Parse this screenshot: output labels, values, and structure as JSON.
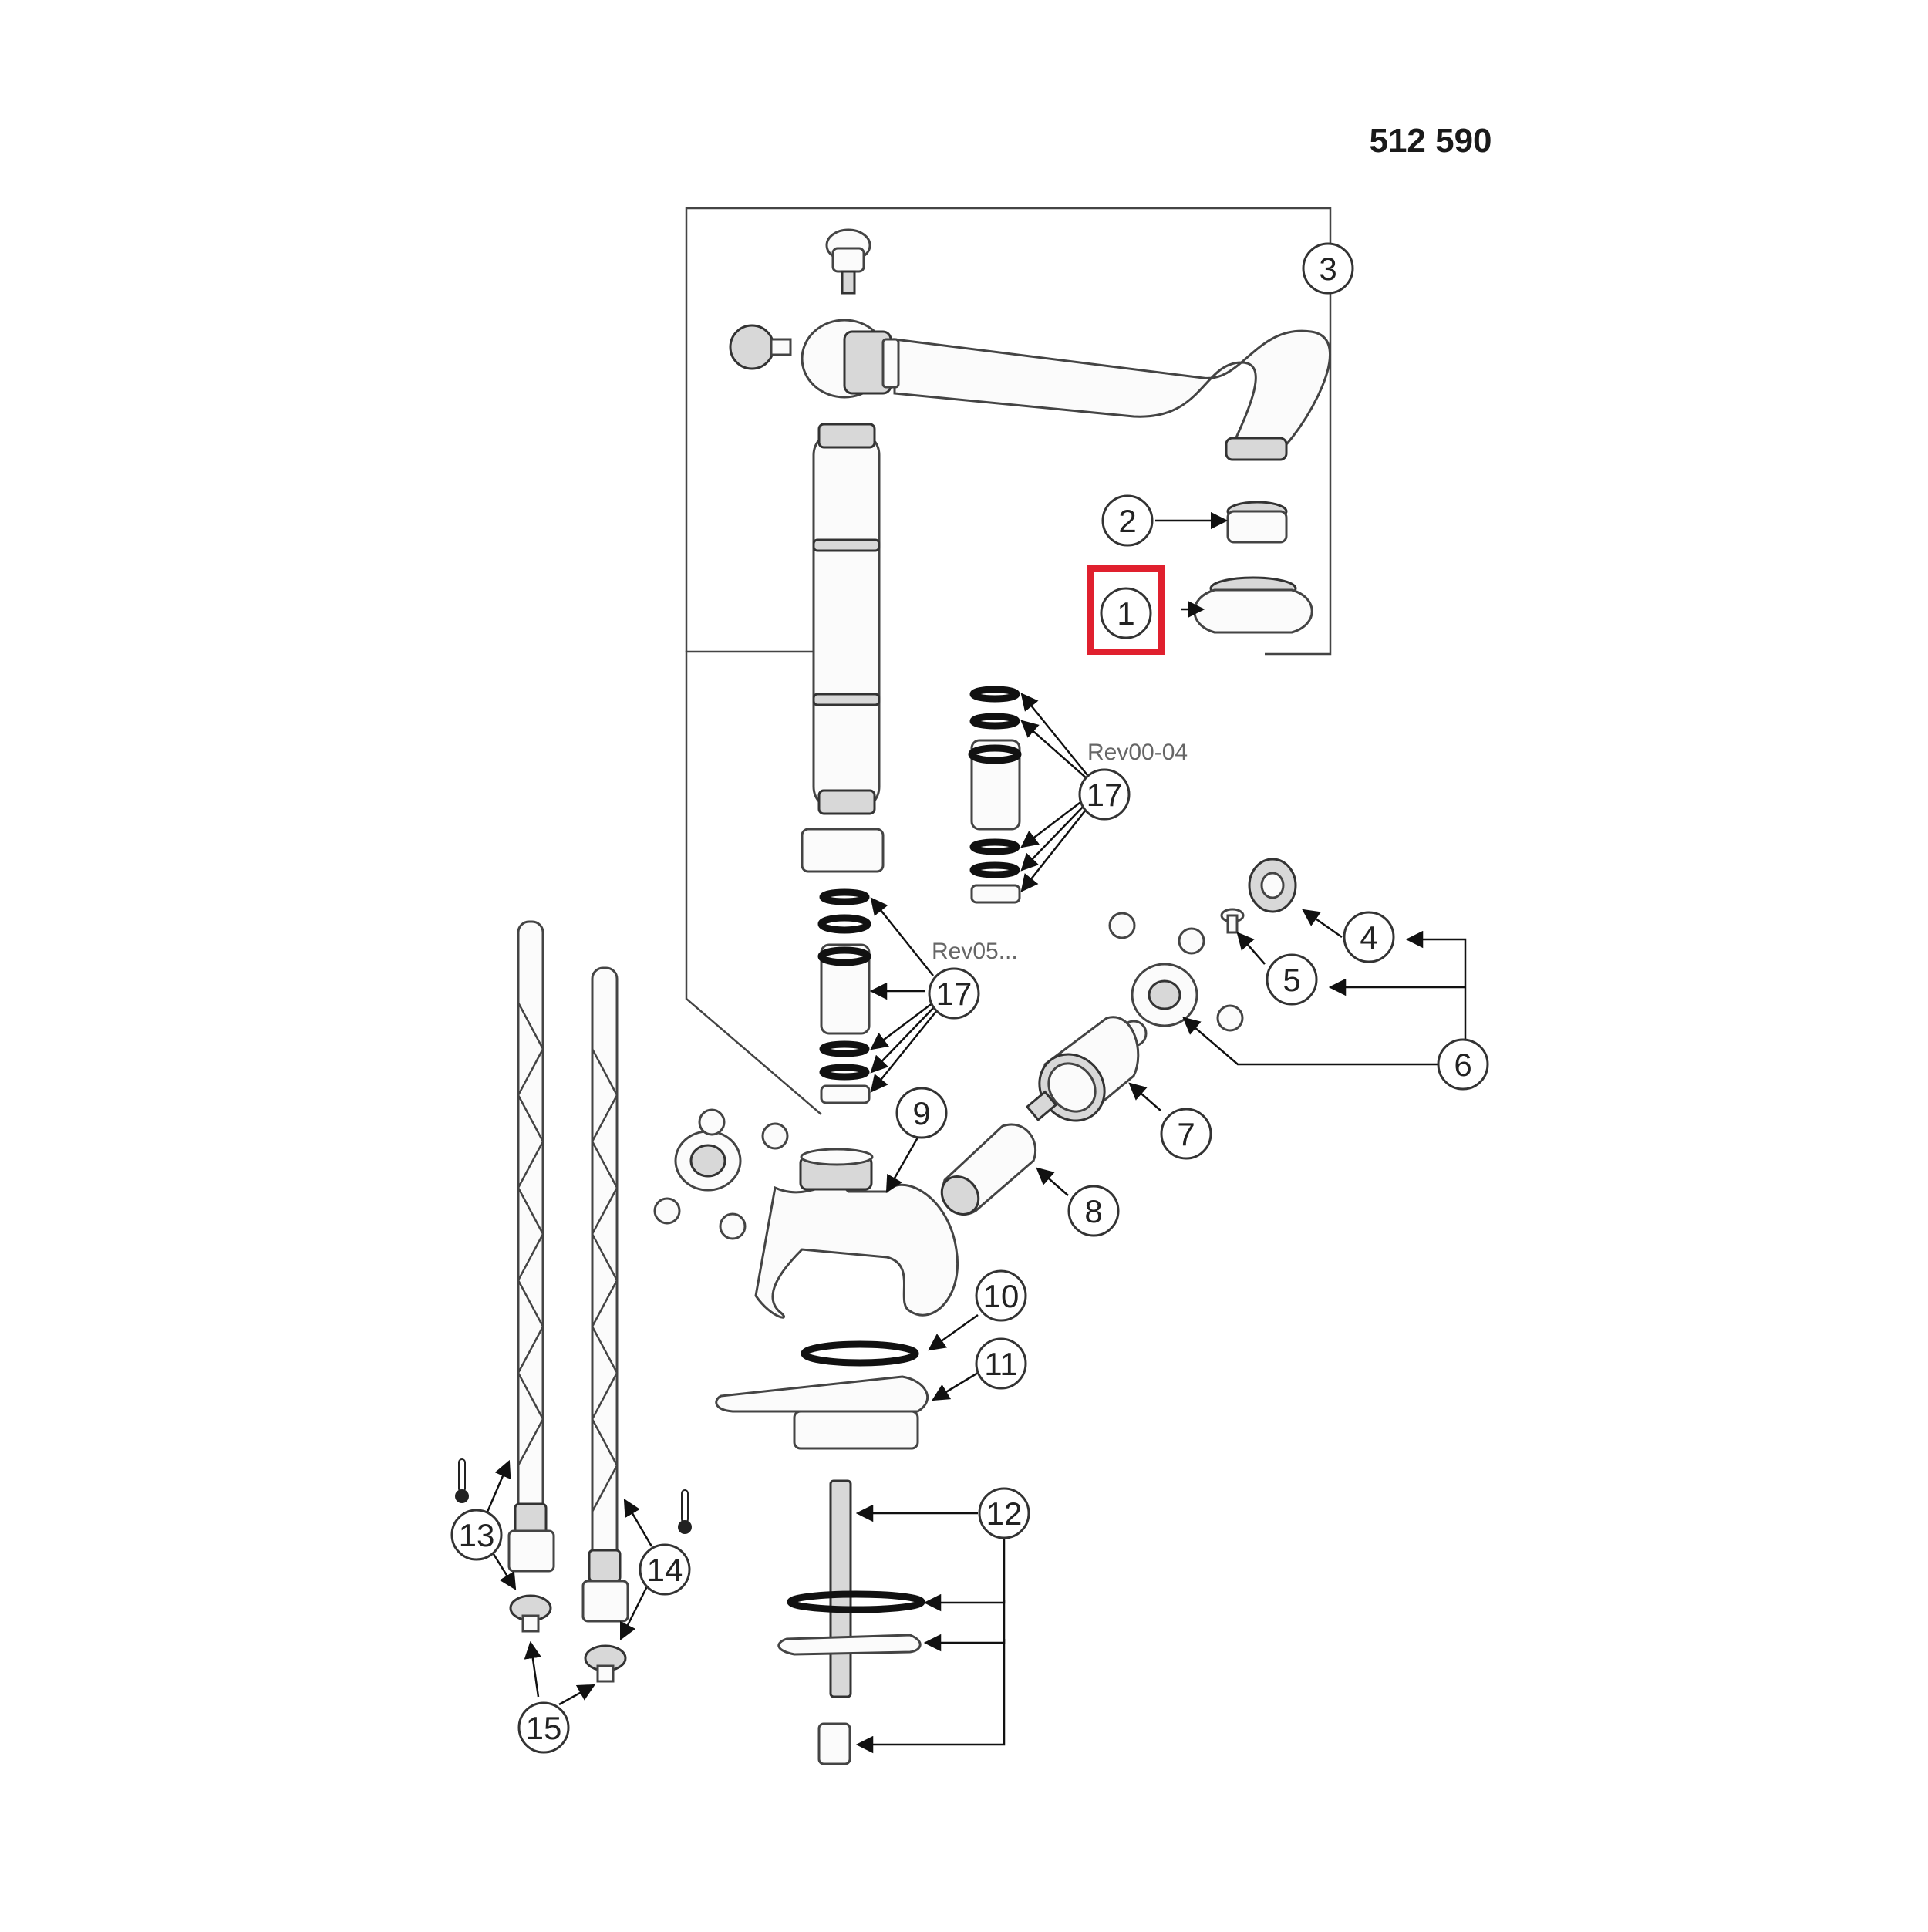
{
  "diagram": {
    "part_number": "512 590",
    "highlight_color": "#e0202e",
    "revision_labels": [
      "Rev00-04",
      "Rev05..."
    ],
    "callouts": [
      "1",
      "2",
      "3",
      "4",
      "5",
      "6",
      "7",
      "8",
      "9",
      "10",
      "11",
      "12",
      "13",
      "14",
      "15",
      "17",
      "17"
    ],
    "highlighted_callout": "1",
    "icons": [
      "thermometer-icon",
      "thermometer-icon"
    ]
  }
}
